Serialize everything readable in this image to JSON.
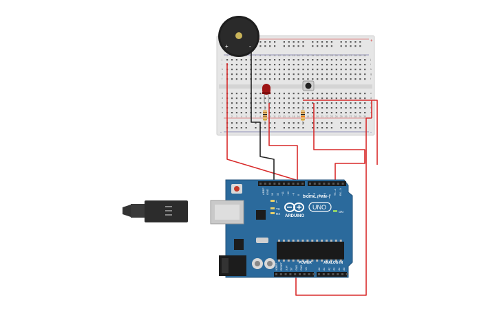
{
  "breadboard": {
    "col_numbers": [
      "1",
      "2",
      "3",
      "4",
      "5",
      "6",
      "7",
      "8",
      "9",
      "10",
      "11",
      "12",
      "13",
      "14",
      "15",
      "16",
      "17",
      "18",
      "19",
      "20",
      "21",
      "22",
      "23",
      "24",
      "25",
      "26",
      "27",
      "28",
      "29",
      "30"
    ],
    "row_letters_top": [
      "j",
      "i",
      "h",
      "g",
      "f"
    ],
    "row_letters_bottom": [
      "e",
      "d",
      "c",
      "b",
      "a"
    ],
    "rail_plus": "+",
    "rail_minus": "-"
  },
  "buzzer": {
    "plus": "+",
    "minus": "-"
  },
  "arduino": {
    "brand": "ARDUINO",
    "model": "UNO",
    "digital_label": "DIGITAL (PWM~)",
    "power_label": "POWER",
    "analog_label": "ANALOG IN",
    "on_label": "ON",
    "tx_label": "TX",
    "rx_label": "RX",
    "l_label": "L",
    "aref": "AREF",
    "gnd": "GND",
    "digital_pins": [
      "13",
      "12",
      "~11",
      "~10",
      "~9",
      "8",
      "7",
      "~6",
      "~5",
      "4",
      "~3",
      "2",
      "TX→1",
      "RX←0"
    ],
    "power_pins": [
      "IOREF",
      "RESET",
      "3.3V",
      "5V",
      "GND",
      "GND",
      "Vin"
    ],
    "analog_pins": [
      "A0",
      "A1",
      "A2",
      "A3",
      "A4",
      "A5"
    ]
  },
  "colors": {
    "board_blue": "#2b6a9c",
    "wire_red": "#d82a2a",
    "wire_black": "#222222",
    "breadboard": "#e9e9e9",
    "led_red": "#b21a1a"
  }
}
